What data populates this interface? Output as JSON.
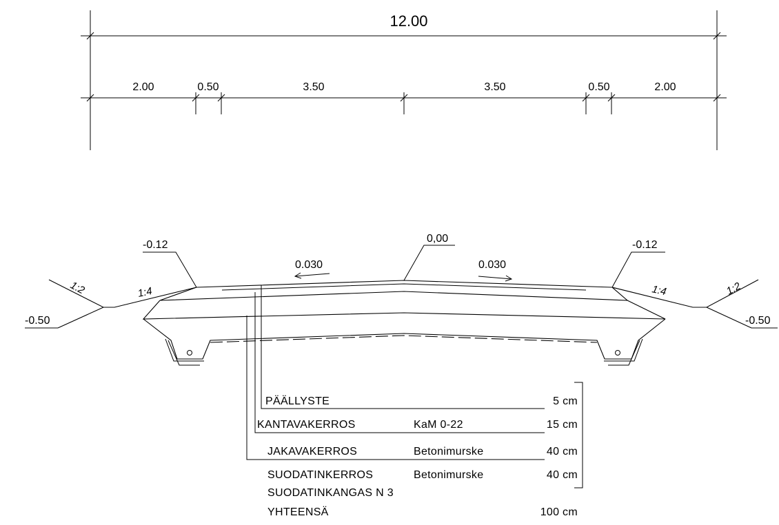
{
  "dimensions": {
    "total": "12.00",
    "segments": [
      "2.00",
      "0.50",
      "3.50",
      "3.50",
      "0.50",
      "2.00"
    ]
  },
  "levels": {
    "center": "0,00",
    "shoulder_left": "-0.12",
    "shoulder_right": "-0.12",
    "ditch_left": "-0.50",
    "ditch_right": "-0.50"
  },
  "crossfall": {
    "left": "0.030",
    "right": "0.030"
  },
  "slopes": {
    "inner_left": "1:4",
    "outer_left": "1:2",
    "inner_right": "1:4",
    "outer_right": "1:2"
  },
  "layers": [
    {
      "name": "PÄÄLLYSTE",
      "material": "",
      "thickness": "5 cm"
    },
    {
      "name": "KANTAVAKERROS",
      "material": "KaM 0-22",
      "thickness": "15 cm"
    },
    {
      "name": "JAKAVAKERROS",
      "material": "Betonimurske",
      "thickness": "40 cm"
    },
    {
      "name": "SUODATINKERROS",
      "material": "Betonimurske",
      "thickness": "40 cm"
    },
    {
      "name": "SUODATINKANGAS N 3",
      "material": "",
      "thickness": ""
    },
    {
      "name": "YHTEENSÄ",
      "material": "",
      "thickness": "100 cm"
    }
  ]
}
